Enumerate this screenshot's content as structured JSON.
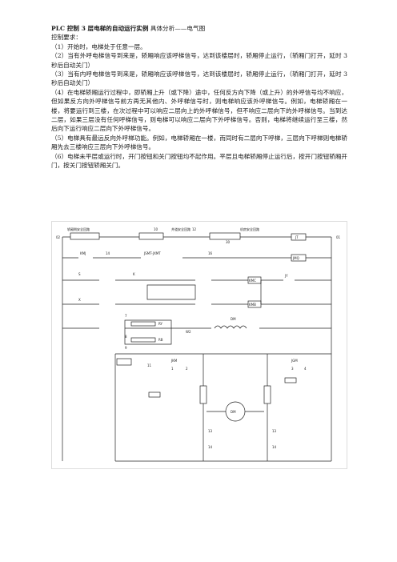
{
  "doc": {
    "title_bold": "PLC 控制 3 层电梯的自动运行实例",
    "title_rest": "  具体分析——电气图",
    "req_heading": "控制要求：",
    "items": [
      "（1）开始时，电梯处于任意一层。",
      "（2）当有外呼电梯信号到来是，轿厢响应该呼梯信号，达到该楼层时，轿厢停止运行，（轿厢门打开，延时 3 秒后自动关门）",
      "（3）当有内呼电梯信号到来是，轿厢响应该呼梯信号，达到该楼层时，轿厢停止运行，（轿厢门打开，延时 3 秒后自动关门）",
      "（4）在电梯轿厢运行过程中，即轿厢上升（或下降）途中，任何反方向下降（或上升）的外呼信号均不响应，但如果反方向外呼梯信号前方再无其他内、外呼梯信号时，则电梯响应该外呼梯信号。例如，电梯轿厢在一楼，将要运行到三楼，在次过程中可以响应二层向上的外呼梯信号，但不响应二层向下的外呼梯信号。当到达二层，如果三层没有任何呼梯信号，则电梯可以响应二层向下外呼梯信号。否则，电梯将继续运行至三楼，然后向下运行响应二层向下外呼梯信号。",
      "（5）电梯具有最远反向外呼梯功能。例如，电梯轿厢在一楼，而同时有二层向下呼梯，三层向下呼梯则电梯轿厢先去三楼响应三层向下外呼梯信号。",
      "（6）电梯未平层或运行时，开门按钮和关门按钮均不起作用。平层且电梯轿厢停止运行后，按开门按钮轿厢开门，按关门按钮轿厢关门。"
    ]
  },
  "diagram": {
    "labels": {
      "car_safety": "轿厢侧安全回路",
      "well_safety": "井道安全回路",
      "room_safety": "机房安全回路",
      "n02": "02",
      "n01": "01",
      "n10": "10",
      "n12": "12",
      "n30": "30",
      "n14": "14",
      "n16": "16",
      "jt": "JT",
      "jmq": "JMQ",
      "kmj": "KMJ",
      "jmt": "JSMT-JXMT",
      "s2": "S",
      "x2": "X",
      "k": "K",
      "kmc": "KMC",
      "kmb": "KMB",
      "jyj": "JY",
      "ry": "RY",
      "rb": "RB",
      "dm": "DM",
      "w2": "W2",
      "n11": "11",
      "jkm": "JKM",
      "jgm": "JGM",
      "n13": "13",
      "n7": "7",
      "n8": "8",
      "n9": "9",
      "n1": "1",
      "n2": "2",
      "n3": "3",
      "n4": "4"
    }
  }
}
